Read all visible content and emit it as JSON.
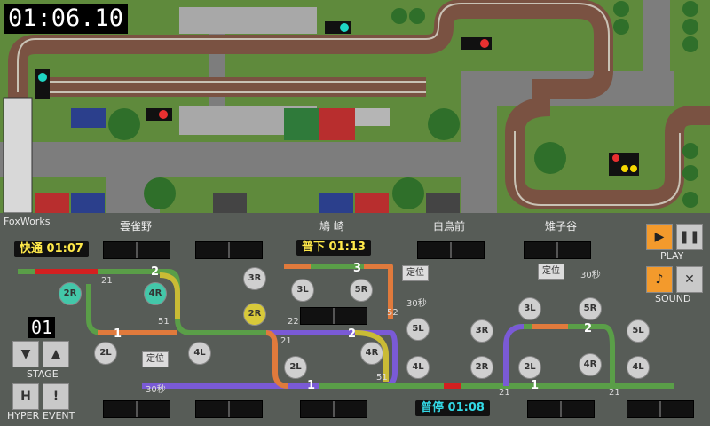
{
  "timer": "01:06.10",
  "brand": "FoxWorks",
  "stations": [
    {
      "name": "雲雀野"
    },
    {
      "name": "鳩 崎"
    },
    {
      "name": "白鳥前"
    },
    {
      "name": "雉子谷"
    }
  ],
  "trains": [
    {
      "label": "快通 01:07"
    },
    {
      "label": "普下 01:13"
    },
    {
      "label": "普停 01:08"
    }
  ],
  "stage": {
    "number": "01",
    "label": "STAGE"
  },
  "controls": {
    "play": "PLAY",
    "sound": "SOUND",
    "hyper": "HYPER",
    "event": "EVENT",
    "hyper_key": "H",
    "event_key": "!"
  },
  "teii_labels": [
    "定位",
    "定位",
    "定位"
  ],
  "timers": [
    "30秒",
    "30秒",
    "30秒"
  ],
  "nodes": [
    "2R",
    "4R",
    "3R",
    "2R",
    "3L",
    "5R",
    "2L",
    "4L",
    "5L",
    "2L",
    "4R",
    "3L",
    "5R",
    "3R",
    "2R",
    "2L",
    "4R",
    "4L",
    "5L",
    "4L"
  ],
  "track_numbers": [
    "21",
    "2",
    "51",
    "1",
    "22",
    "3",
    "52",
    "21",
    "2",
    "51",
    "1",
    "21",
    "2",
    "1",
    "21"
  ],
  "colors": {
    "panel": "#575c57",
    "track_orange": "#e07a3c",
    "track_green": "#5a9e48",
    "track_purple": "#7a5ad6",
    "track_yellow": "#c9bb35",
    "track_red": "#d32020",
    "accent_cyan": "#33d9e6",
    "accent_yellow": "#ffe94a"
  }
}
